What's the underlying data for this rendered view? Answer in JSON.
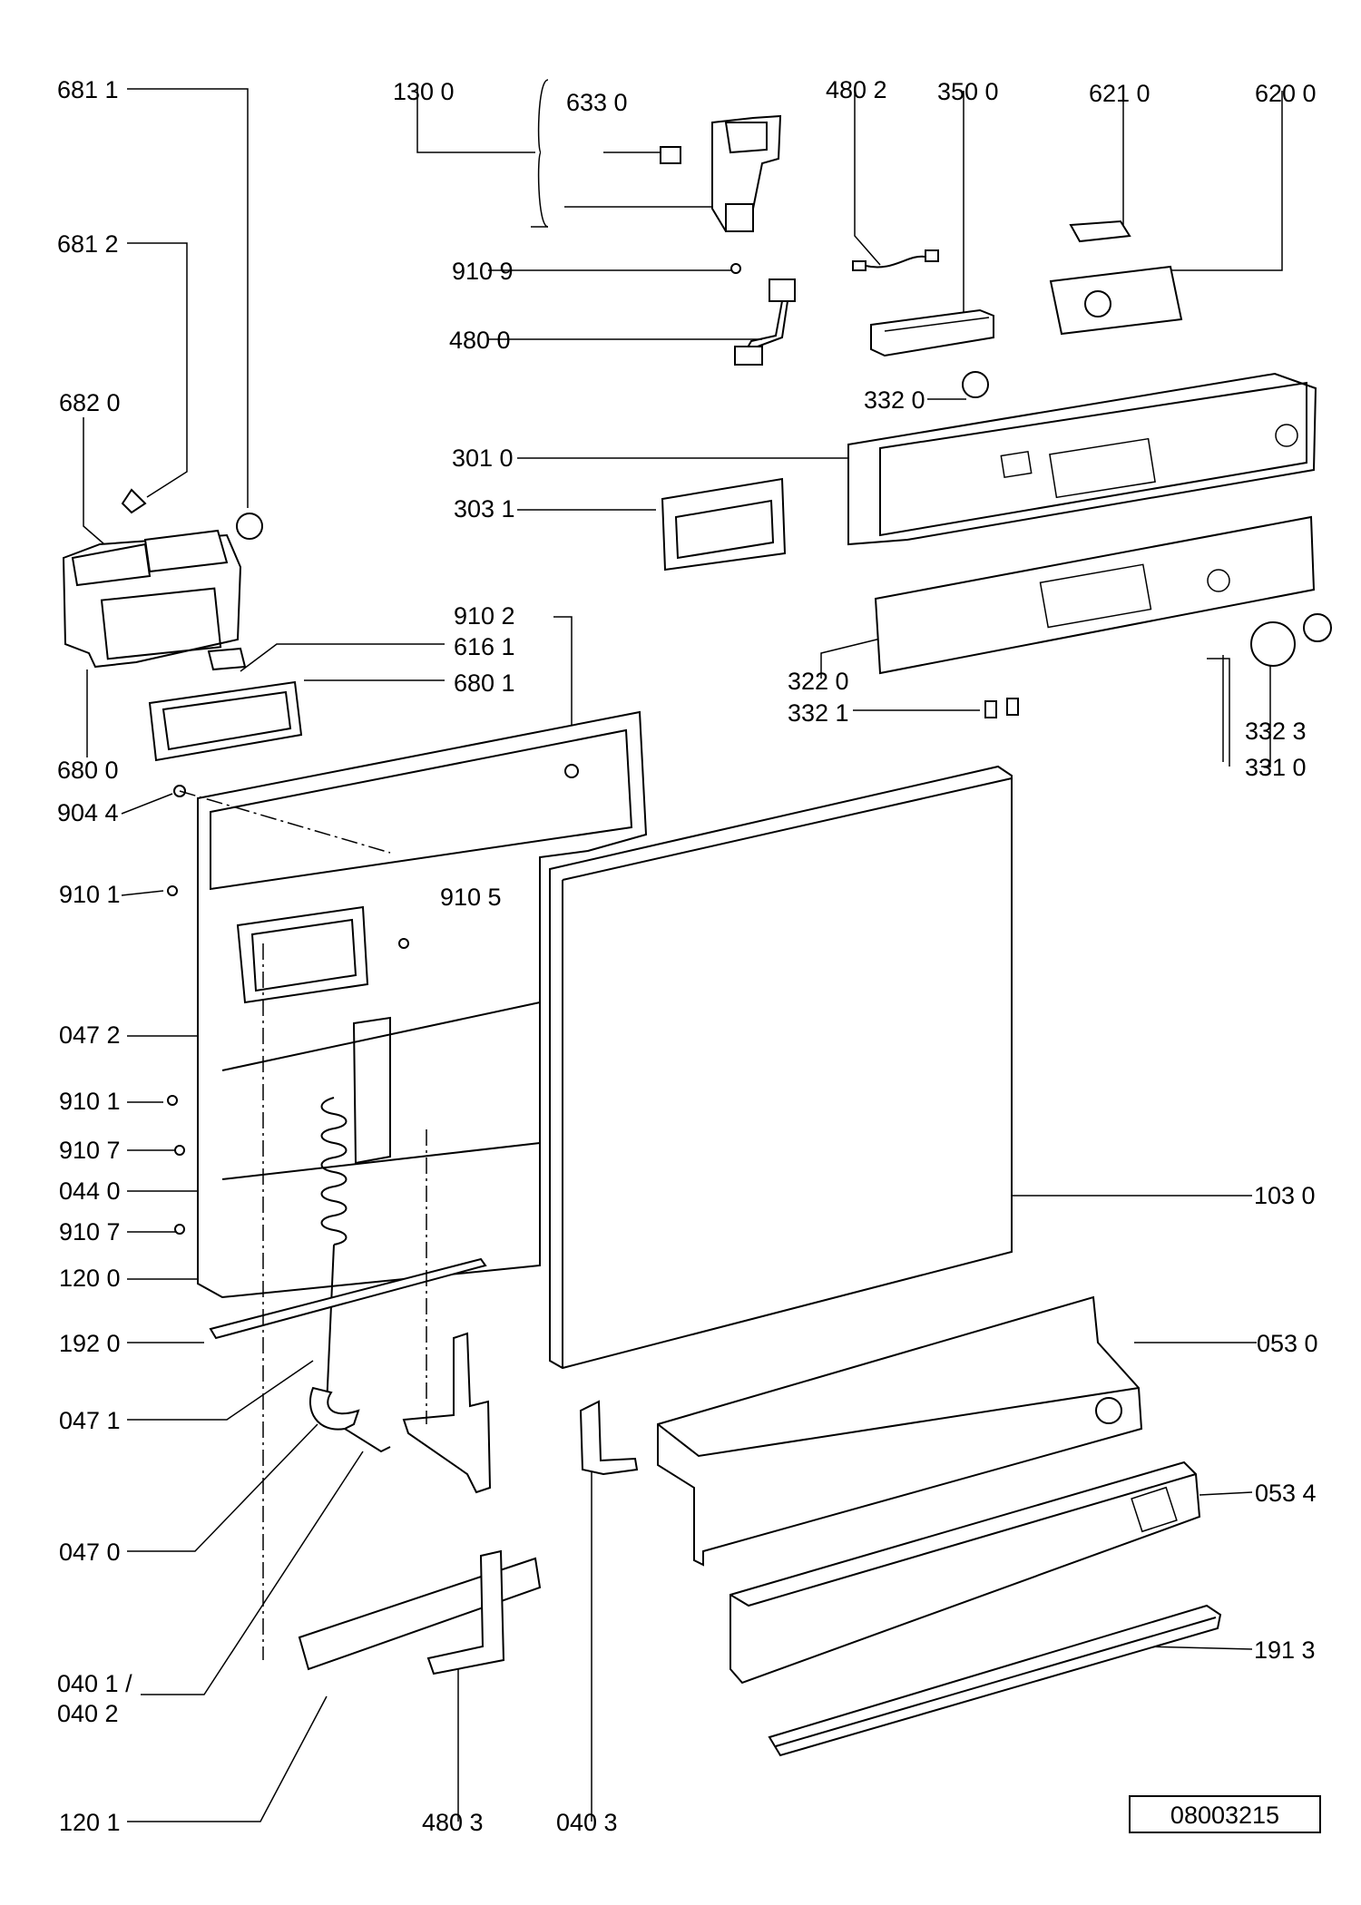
{
  "labels": {
    "p6811": "681 1",
    "p1300": "130 0",
    "p6330": "633 0",
    "p4802": "480 2",
    "p3500": "350 0",
    "p6210": "621 0",
    "p6200": "620 0",
    "p6812": "681 2",
    "p9109": "910 9",
    "p4800": "480 0",
    "p6820": "682 0",
    "p3320": "332 0",
    "p3010": "301 0",
    "p3031": "303 1",
    "p9102": "910 2",
    "p6161": "616 1",
    "p6801": "680 1",
    "p3220": "322 0",
    "p3321": "332 1",
    "p6800": "680 0",
    "p3323": "332 3",
    "p3310": "331 0",
    "p9044": "904 4",
    "p9101a": "910 1",
    "p9105": "910 5",
    "p0472": "047 2",
    "p9101b": "910 1",
    "p9107a": "910 7",
    "p0440": "044 0",
    "p9107b": "910 7",
    "p1030": "103 0",
    "p1200": "120 0",
    "p1920": "192 0",
    "p0530": "053 0",
    "p0471": "047 1",
    "p0534": "053 4",
    "p0470": "047 0",
    "p1913": "191 3",
    "p0401a": "040 1 /",
    "p0402": "040 2",
    "p1201": "120 1",
    "p4803": "480 3",
    "p0403": "040 3"
  },
  "reference_number": "08003215"
}
